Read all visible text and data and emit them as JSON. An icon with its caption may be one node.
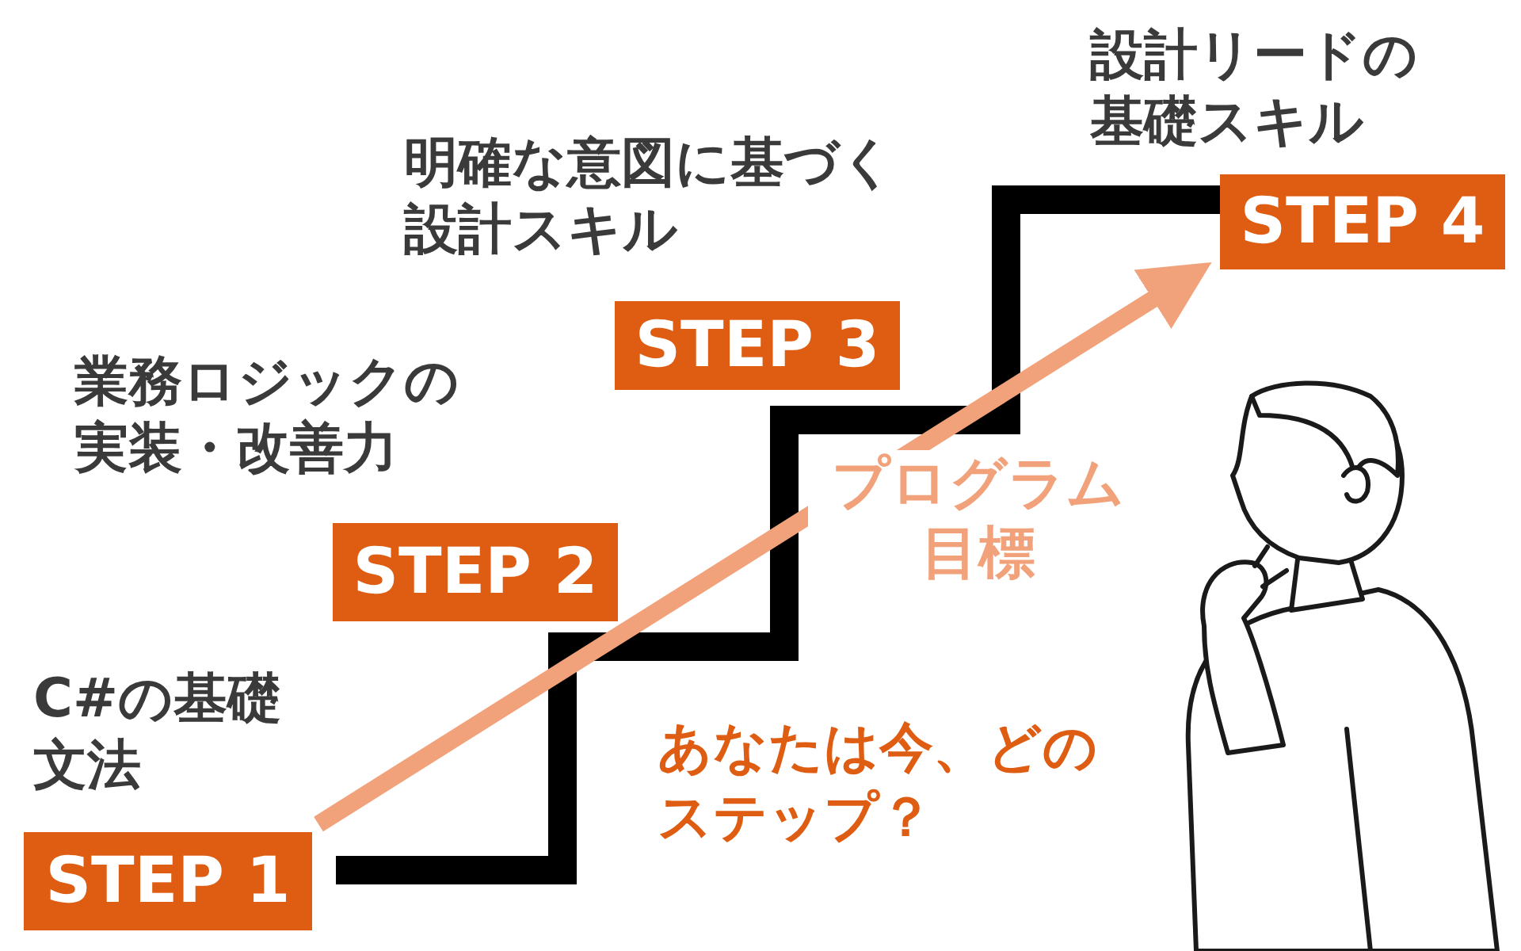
{
  "diagram": {
    "nodes": [
      {
        "text": [
          "C#の基礎文法",
          "STEP 1"
        ]
      },
      {
        "text": [
          "業務ロジックの実装・改善力",
          "STEP 2"
        ]
      },
      {
        "text": [
          "明確な意図に基づく設計スキル",
          "STEP 3"
        ]
      },
      {
        "text": [
          "設計リードの基礎スキル",
          "STEP 4"
        ]
      }
    ],
    "edges": [
      {
        "from": 0,
        "to": 3,
        "arrow": "to",
        "label": "プログラム目標",
        "color": "#f2a27a"
      }
    ],
    "labels": [
      "あなたは今、どのステップ？"
    ]
  }
}
